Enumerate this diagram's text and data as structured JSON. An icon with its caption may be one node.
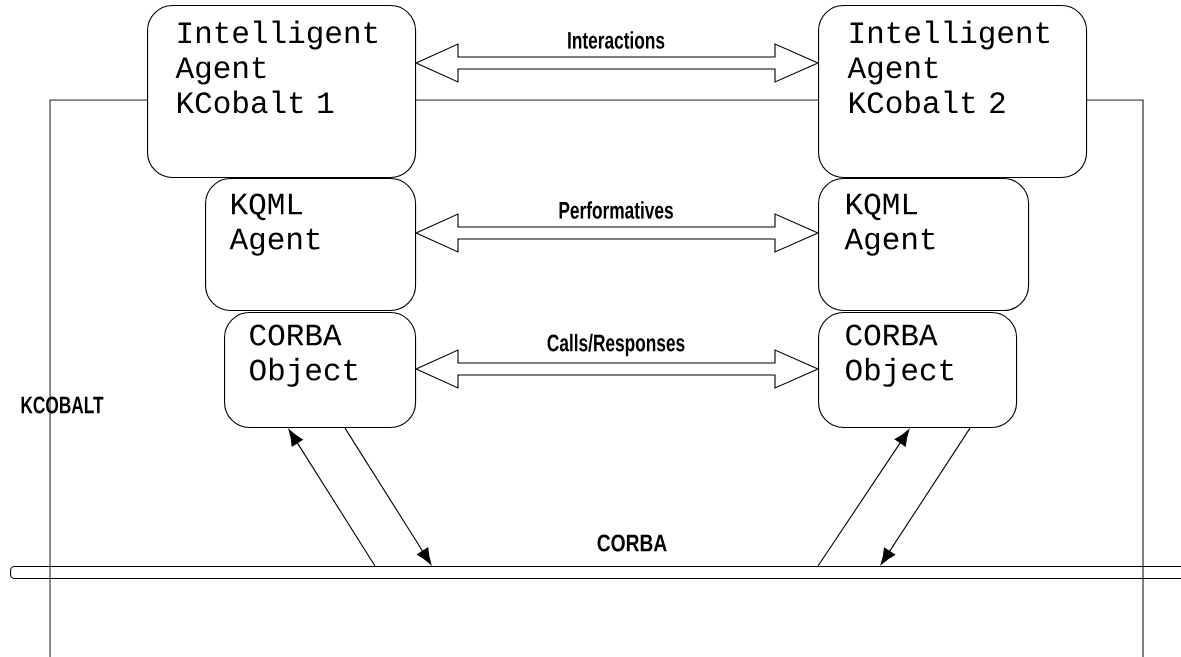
{
  "diagram": {
    "nodes": [
      {
        "text": [
          "Intelligent Agent KCobalt 1"
        ]
      },
      {
        "text": [
          "Intelligent Agent KCobalt 2"
        ]
      },
      {
        "text": [
          "KQML Agent"
        ]
      },
      {
        "text": [
          "KQML Agent"
        ]
      },
      {
        "text": [
          "CORBA Object"
        ]
      },
      {
        "text": [
          "CORBA Object"
        ]
      },
      {
        "text": [
          "CORBA"
        ]
      }
    ],
    "edges": [
      {
        "from": 0,
        "to": 1,
        "arrow": "both",
        "label": "Interactions"
      },
      {
        "from": 2,
        "to": 3,
        "arrow": "both",
        "label": "Performatives"
      },
      {
        "from": 4,
        "to": 5,
        "arrow": "both",
        "label": "Calls/Responses"
      },
      {
        "from": 6,
        "to": 4,
        "arrow": "to"
      },
      {
        "from": 4,
        "to": 6,
        "arrow": "to"
      },
      {
        "from": 6,
        "to": 5,
        "arrow": "to"
      },
      {
        "from": 5,
        "to": 6,
        "arrow": "to"
      }
    ],
    "labels": [
      "KCOBALT"
    ]
  }
}
